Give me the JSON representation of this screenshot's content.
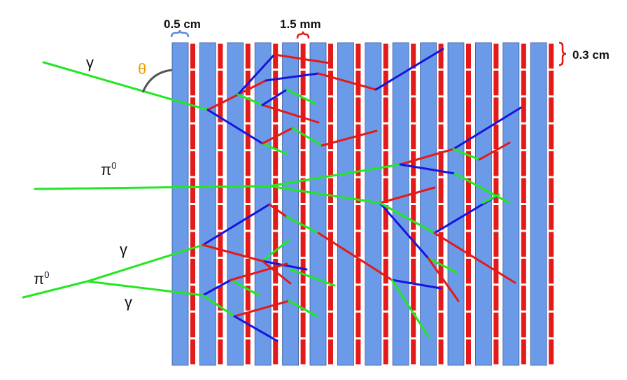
{
  "labels": {
    "plate_thickness": "0.5 cm",
    "strip_width": "1.5 mm",
    "strip_length": "0.3 cm",
    "angle": "θ",
    "gamma_top": "γ",
    "pi0_mid": "π",
    "pi0_mid_sup": "0",
    "gamma_upper": "γ",
    "pi0_low": "π",
    "pi0_low_sup": "0",
    "gamma_lower": "γ"
  },
  "colors": {
    "absorber": "#6b9be8",
    "absorber_edge": "#3d5a99",
    "strip": "#e41a1a",
    "photon_track": "#22e822",
    "electron_track": "#e41a1a",
    "positron_track": "#1515e0",
    "angle_arc": "#555555",
    "brace_blue": "#5b8fd9",
    "brace_red": "#e41a1a",
    "angle_label": "#f0a000"
  },
  "icons": {
    "plate_brace": "curly-brace-icon",
    "strip_brace": "curly-brace-icon",
    "length_brace": "curly-brace-icon"
  }
}
